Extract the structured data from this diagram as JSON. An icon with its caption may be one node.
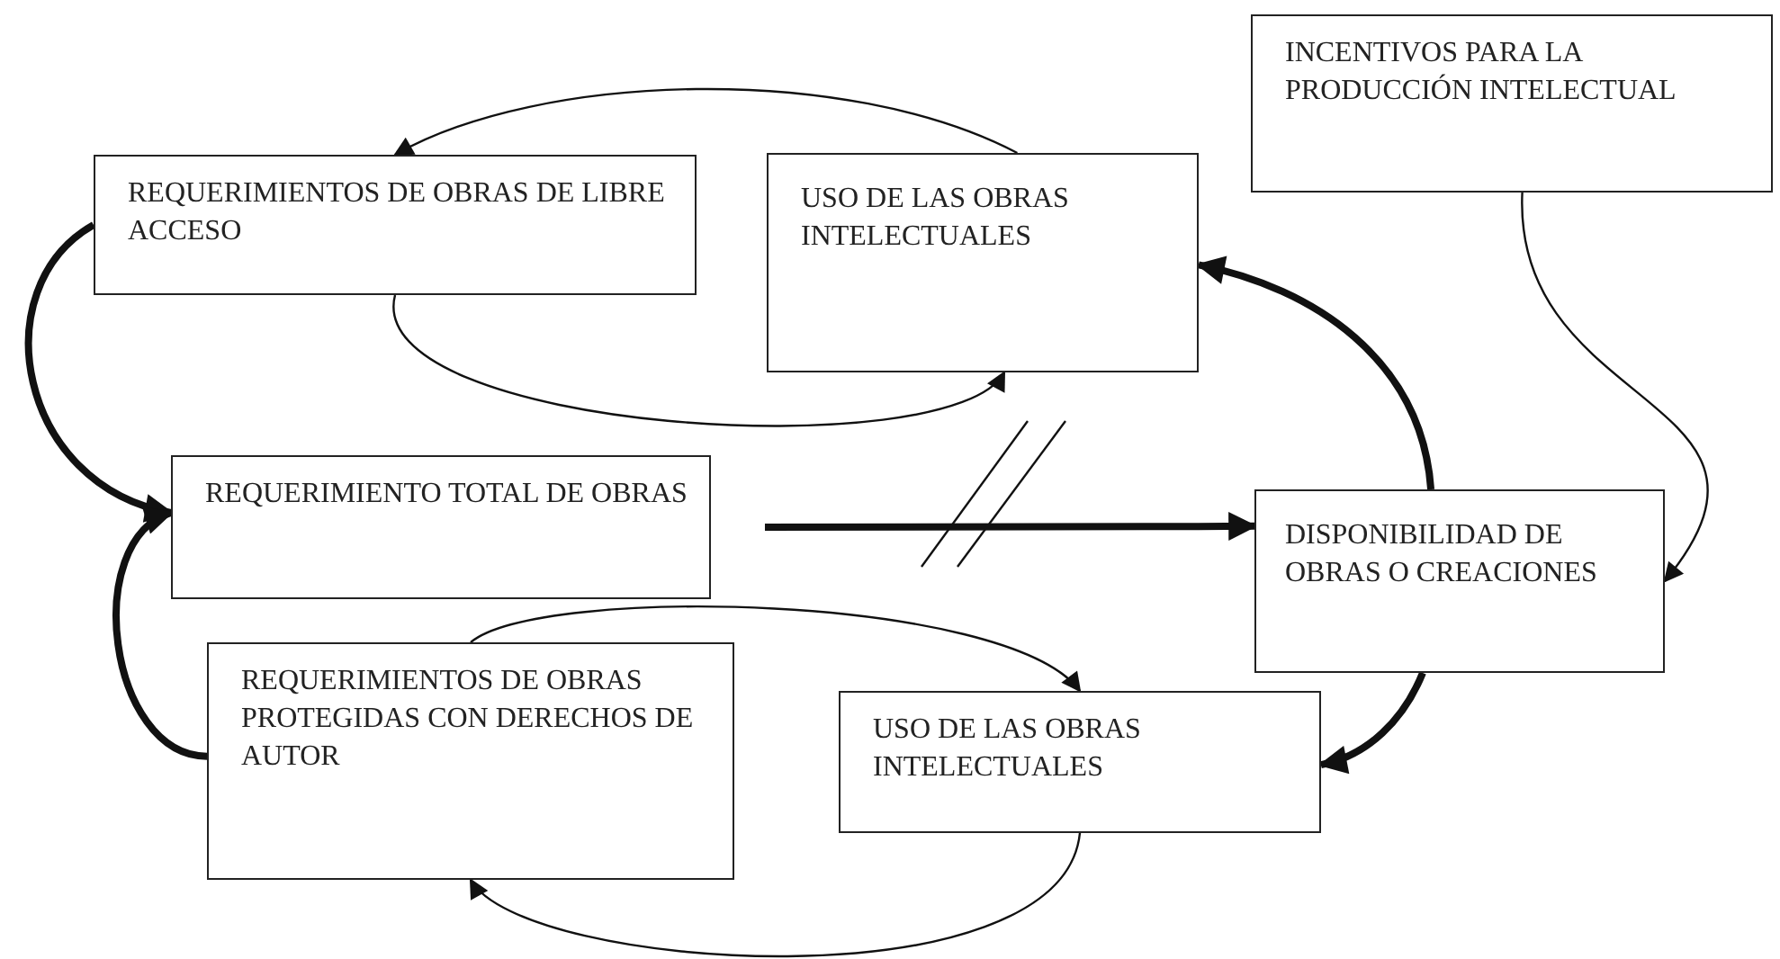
{
  "diagram": {
    "nodes": [
      {
        "text": [
          "REQUERIMIENTOS DE OBRAS DE LIBRE ACCESO"
        ]
      },
      {
        "text": [
          "USO DE LAS OBRAS INTELECTUALES"
        ]
      },
      {
        "text": [
          "INCENTIVOS PARA LA PRODUCCIÓN INTELECTUAL"
        ]
      },
      {
        "text": [
          "REQUERIMIENTO TOTAL DE OBRAS"
        ]
      },
      {
        "text": [
          "DISPONIBILIDAD DE OBRAS O CREACIONES"
        ]
      },
      {
        "text": [
          "REQUERIMIENTOS DE OBRAS PROTEGIDAS CON DERECHOS DE AUTOR"
        ]
      },
      {
        "text": [
          "USO DE LAS OBRAS INTELECTUALES"
        ]
      }
    ],
    "edges": [
      {
        "from": 1,
        "to": 0,
        "arrow": "to"
      },
      {
        "from": 0,
        "to": 1,
        "arrow": "to"
      },
      {
        "from": 0,
        "to": 3,
        "arrow": "to",
        "style": "thick"
      },
      {
        "from": 5,
        "to": 3,
        "arrow": "to",
        "style": "thick"
      },
      {
        "from": 3,
        "to": 4,
        "arrow": "to",
        "style": "thick"
      },
      {
        "from": 4,
        "to": 1,
        "arrow": "to",
        "style": "thick"
      },
      {
        "from": 4,
        "to": 6,
        "arrow": "to",
        "style": "thick"
      },
      {
        "from": 2,
        "to": 4,
        "arrow": "to"
      },
      {
        "from": 5,
        "to": 6,
        "arrow": "to"
      },
      {
        "from": 6,
        "to": 5,
        "arrow": "to"
      }
    ]
  }
}
